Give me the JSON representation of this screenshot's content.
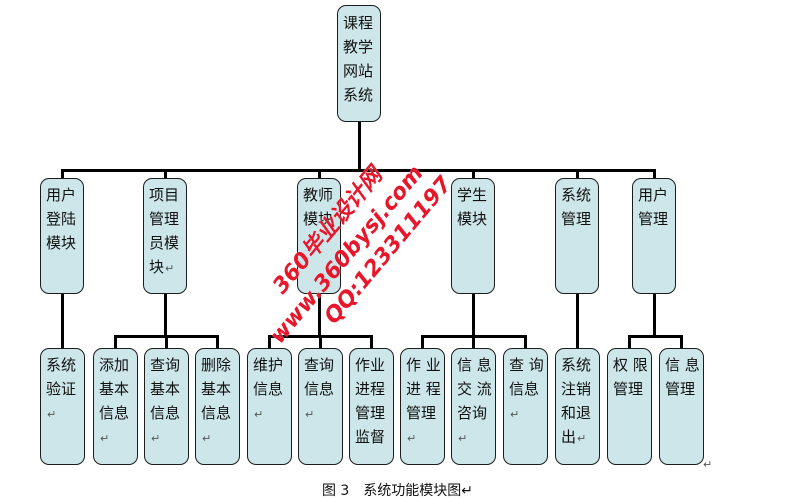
{
  "diagram": {
    "root": {
      "label": "课程\n教学\n网站\n系统"
    },
    "modules": [
      {
        "label": "用户\n登陆\n模块",
        "suffix": "",
        "children": [
          {
            "label": "系统\n验证",
            "suffix": "↵"
          }
        ]
      },
      {
        "label": "项目\n管理\n员模\n块",
        "suffix": "↵",
        "children": [
          {
            "label": "添加\n基本\n信息",
            "suffix": "↵"
          },
          {
            "label": "查询\n基本\n信息",
            "suffix": "↵"
          },
          {
            "label": "删除\n基本\n信息",
            "suffix": "↵"
          }
        ]
      },
      {
        "label": "教师\n模块",
        "suffix": "",
        "children": [
          {
            "label": "维护\n信息",
            "suffix": "↵"
          },
          {
            "label": "查询\n信息",
            "suffix": "↵"
          },
          {
            "label": "作业\n进程\n管理\n监督",
            "suffix": ""
          }
        ]
      },
      {
        "label": "学生\n模块",
        "suffix": "",
        "children": [
          {
            "label": "作 业\n进 程\n管理",
            "suffix": "↵"
          },
          {
            "label": "信 息\n交 流\n咨询",
            "suffix": "↵"
          },
          {
            "label": "查 询\n信息",
            "suffix": "↵"
          }
        ]
      },
      {
        "label": "系统\n管理",
        "suffix": "",
        "children": [
          {
            "label": "系统\n注销\n和退\n出",
            "suffix": "↵"
          }
        ]
      },
      {
        "label": "用户\n管理",
        "suffix": "",
        "children": [
          {
            "label": "权 限\n管理",
            "suffix": ""
          },
          {
            "label": "信 息\n管理",
            "suffix": ""
          }
        ]
      }
    ],
    "end_mark": "↵"
  },
  "caption": "图 3　系统功能模块图↵",
  "watermark": {
    "line1": "360毕业设计网",
    "line2": "www.360bysj.com",
    "line3": "QQ:123311197"
  },
  "colors": {
    "node_fill": "#cde6ea",
    "node_border": "#1c1c1c",
    "connector": "#000000",
    "watermark": "#e8162a"
  }
}
